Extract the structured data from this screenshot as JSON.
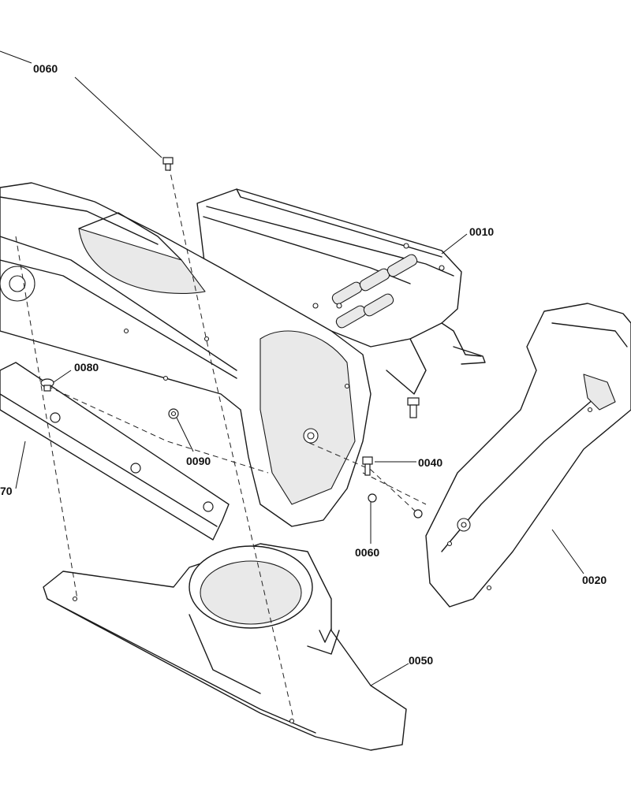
{
  "callouts": {
    "c_0060_top": "0060",
    "c_0010": "0010",
    "c_0080": "0080",
    "c_0090": "0090",
    "c_0040": "0040",
    "c_0060_mid": "0060",
    "c_0020": "0020",
    "c_0050": "0050",
    "c_0070": "70"
  }
}
